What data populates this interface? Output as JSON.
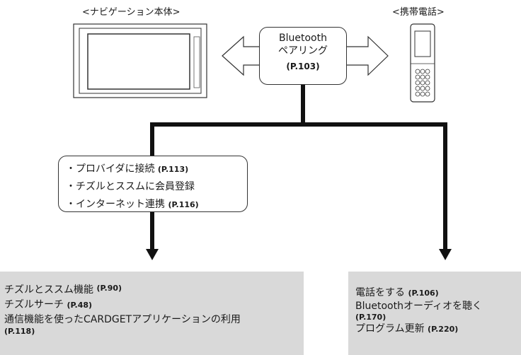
{
  "labels": {
    "navi": "<ナビゲーション本体>",
    "phone": "<携帯電話>"
  },
  "bluetooth_box": {
    "line1": "Bluetooth",
    "line2": "ペアリング",
    "page": "(P.103)"
  },
  "middle_box": {
    "items": [
      {
        "text": "・プロバイダに接続",
        "page": "(P.113)"
      },
      {
        "text": "・チズルとススムに会員登録",
        "page": ""
      },
      {
        "text": "・インターネット連携",
        "page": "(P.116)"
      }
    ]
  },
  "left_result": {
    "line1": "チズルとススム機能",
    "line1_page": "(P.90)",
    "line2": "チズルサーチ",
    "line2_page": "(P.48)",
    "line3": "通信機能を使ったCARDGETアプリケーションの利用",
    "line4_page": "(P.118)"
  },
  "right_result": {
    "line1": "電話をする",
    "line1_page": "(P.106)",
    "line2": "Bluetoothオーディオを聴く",
    "line3_page": "(P.170)",
    "line4": "プログラム更新",
    "line4_page": "(P.220)"
  }
}
